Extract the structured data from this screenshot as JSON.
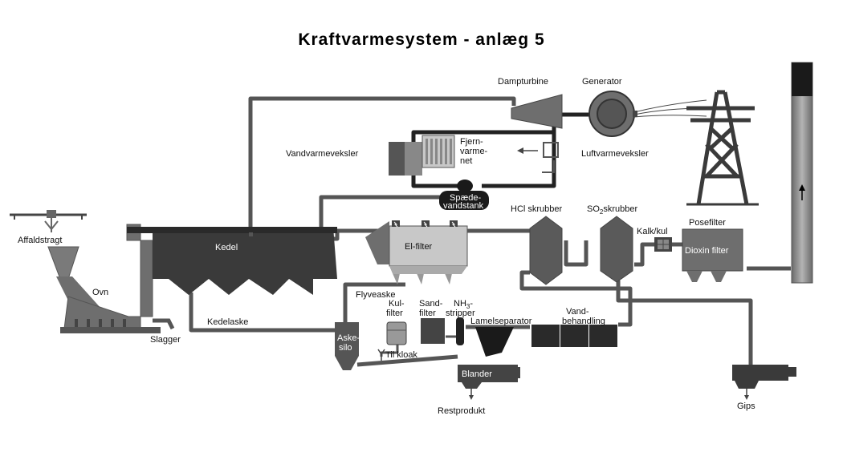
{
  "title": "Kraftvarmesystem - anlæg 5",
  "labels": {
    "affaldstragt": "Affaldstragt",
    "ovn": "Ovn",
    "slagger": "Slagger",
    "kedel": "Kedel",
    "kedelaske": "Kedelaske",
    "el_filter": "El-filter",
    "flyveaske": "Flyveaske",
    "aske_silo_1": "Aske-",
    "aske_silo_2": "silo",
    "kul_filter_1": "Kul-",
    "kul_filter_2": "filter",
    "sand_filter_1": "Sand-",
    "sand_filter_2": "filter",
    "nh3_stripper_1": "NH",
    "nh3_sub": "3",
    "nh3_stripper_2": "-",
    "nh3_stripper_3": "stripper",
    "lamelseparator": "Lamelseparator",
    "vand_behandling_1": "Vand-",
    "vand_behandling_2": "behandling",
    "til_kloak": "Til kloak",
    "blander": "Blander",
    "restprodukt": "Restprodukt",
    "hcl_skrubber": "HCl skrubber",
    "so2_skrubber_1": "SO",
    "so2_sub": "2",
    "so2_skrubber_2": "skrubber",
    "kalk_kul": "Kalk/kul",
    "posefilter": "Posefilter",
    "dioxin_filter": "Dioxin filter",
    "gips": "Gips",
    "dampturbine": "Dampturbine",
    "generator": "Generator",
    "vandvarmeveksler": "Vandvarmeveksler",
    "fjernvarmenet_1": "Fjern-",
    "fjernvarmenet_2": "varme-",
    "fjernvarmenet_3": "net",
    "luftvarmeveksler": "Luftvarmeveksler",
    "spaedevandstank_1": "Spæde-",
    "spaedevandstank_2": "vandstank"
  },
  "colors": {
    "pipe": "#555555",
    "equipment_dark": "#3a3a3a",
    "equipment_mid": "#6e6e6e",
    "equipment_light": "#c8c8c8",
    "chimney": "#8c8c8c"
  }
}
